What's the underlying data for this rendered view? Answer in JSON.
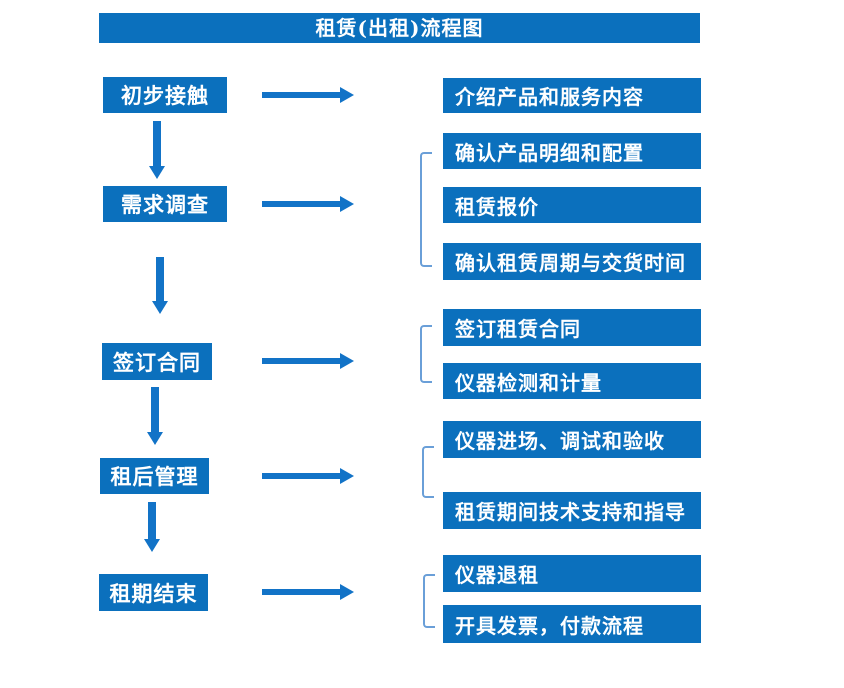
{
  "title": "租赁(出租)流程图",
  "colors": {
    "background": "#ffffff",
    "box_blue": "#0b70bd",
    "arrow_blue": "#1273c7",
    "bracket_blue": "#6a9fd8",
    "box_text": "#ffffff"
  },
  "flow": {
    "stages": [
      {
        "label": "初步接触",
        "details": [
          "介绍产品和服务内容"
        ]
      },
      {
        "label": "需求调查",
        "details": [
          "确认产品明细和配置",
          "租赁报价",
          "确认租赁周期与交货时间"
        ]
      },
      {
        "label": "签订合同",
        "details": [
          "签订租赁合同",
          "仪器检测和计量"
        ]
      },
      {
        "label": "租后管理",
        "details": [
          "仪器进场、调试和验收",
          "租赁期间技术支持和指导"
        ]
      },
      {
        "label": "租期结束",
        "details": [
          "仪器退租",
          "开具发票，付款流程"
        ]
      }
    ]
  }
}
